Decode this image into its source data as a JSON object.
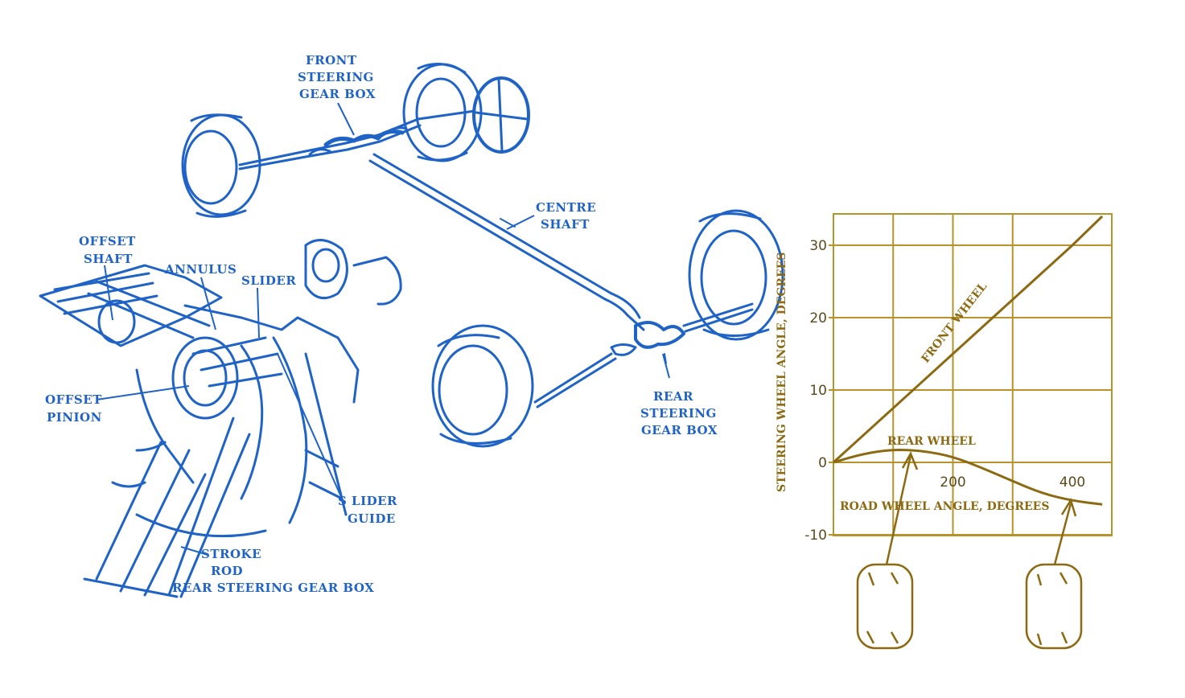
{
  "diagram": {
    "colors": {
      "line_drawing": "#1f63c7",
      "chart": "#b8922a",
      "chart_text": "#8c6a12",
      "background": "#ffffff"
    },
    "labels": {
      "front_box_1": "FRONT",
      "front_box_2": "STEERING",
      "front_box_3": "GEAR BOX",
      "centre_1": "CENTRE",
      "centre_2": "SHAFT",
      "rear_box_1": "REAR",
      "rear_box_2": "STEERING",
      "rear_box_3": "GEAR BOX",
      "offset_shaft_1": "OFFSET",
      "offset_shaft_2": "SHAFT",
      "annulus": "ANNULUS",
      "slider": "SLIDER",
      "offset_pinion_1": "OFFSET",
      "offset_pinion_2": "PINION",
      "slider_guide_1": "S LIDER",
      "slider_guide_2": "GUIDE",
      "stroke_rod_1": "STROKE",
      "stroke_rod_2": "ROD",
      "caption": "REAR  STEERING GEAR BOX"
    }
  },
  "chart_data": {
    "type": "line",
    "xlabel": "ROAD WHEEL ANGLE, DEGREES",
    "ylabel": "STEERING WHEEL ANGLE, DEGREES",
    "x_ticks": [
      "200",
      "400"
    ],
    "y_ticks": [
      "30",
      "20",
      "10",
      "0",
      "-10"
    ],
    "xlim": [
      0,
      460
    ],
    "ylim": [
      -10,
      34
    ],
    "grid": true,
    "series": [
      {
        "name": "FRONT WHEEL",
        "x": [
          0,
          100,
          200,
          300,
          400,
          450
        ],
        "y": [
          0,
          7.5,
          15,
          22.5,
          30,
          34
        ]
      },
      {
        "name": "REAR WHEEL",
        "x": [
          0,
          50,
          100,
          150,
          200,
          250,
          300,
          350,
          400,
          450
        ],
        "y": [
          0,
          1.2,
          1.8,
          1.6,
          0.8,
          -0.8,
          -2.6,
          -4.3,
          -5.3,
          -5.8
        ]
      }
    ]
  }
}
